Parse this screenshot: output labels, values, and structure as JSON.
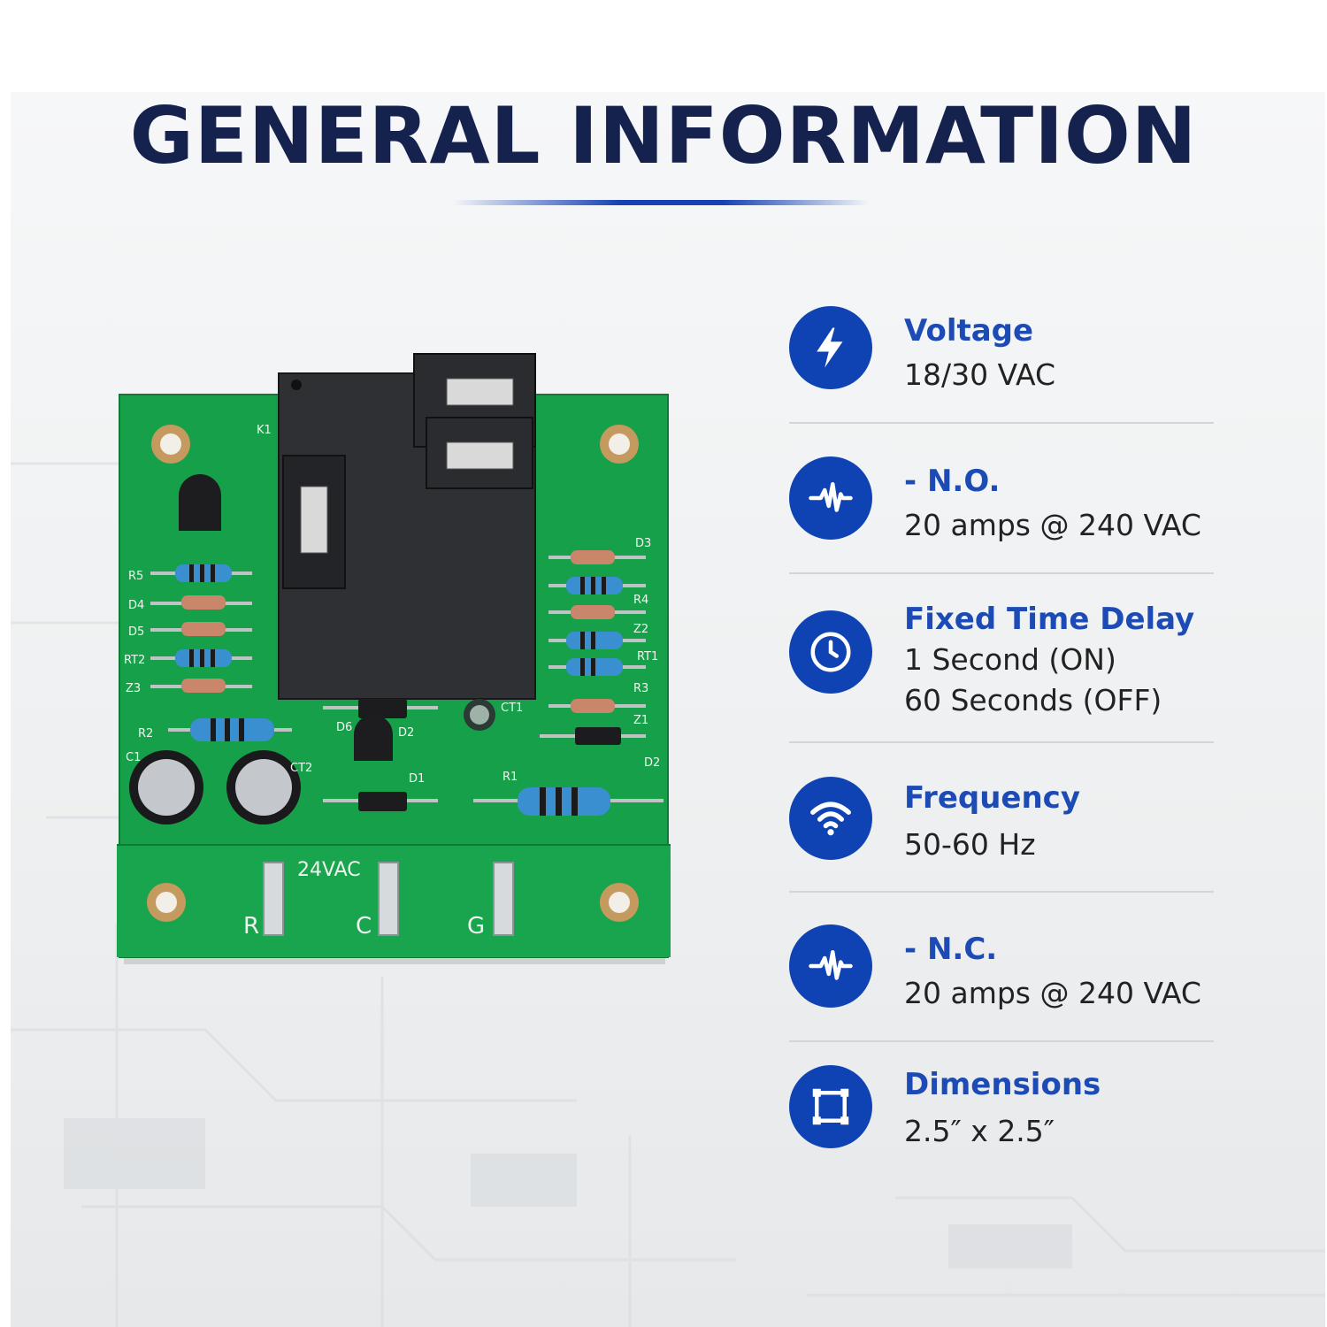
{
  "title": "GENERAL INFORMATION",
  "colors": {
    "navy": "#15224e",
    "accent_blue": "#1d4bb5",
    "icon_blue": "#0f43b3",
    "pcb_green": "#17a04a"
  },
  "specs": [
    {
      "icon": "lightning-bolt-icon",
      "label": "Voltage",
      "values": [
        "18/30 VAC"
      ]
    },
    {
      "icon": "pulse-wave-icon",
      "label": "- N.O.",
      "values": [
        "20 amps @ 240 VAC"
      ]
    },
    {
      "icon": "clock-icon",
      "label": "Fixed Time Delay",
      "values": [
        "1 Second (ON)",
        "60 Seconds (OFF)"
      ]
    },
    {
      "icon": "wifi-signal-icon",
      "label": "Frequency",
      "values": [
        "50-60 Hz"
      ]
    },
    {
      "icon": "pulse-wave-icon",
      "label": "- N.C.",
      "values": [
        "20 amps @ 240 VAC"
      ]
    },
    {
      "icon": "dimensions-frame-icon",
      "label": "Dimensions",
      "values": [
        "2.5″ x 2.5″"
      ]
    }
  ],
  "board": {
    "silkscreen": {
      "k1": "K1",
      "r5": "R5",
      "d4": "D4",
      "d5": "D5",
      "rt2": "RT2",
      "z3": "Z3",
      "r2": "R2",
      "c1": "C1",
      "ct2": "CT2",
      "d6": "D6",
      "d2a": "D2",
      "d1": "D1",
      "ct1": "CT1",
      "r1": "R1",
      "d3": "D3",
      "r4": "R4",
      "z2": "Z2",
      "rt1": "RT1",
      "r3": "R3",
      "z1": "Z1",
      "d2b": "D2",
      "supply": "24VAC",
      "term_r": "R",
      "term_c": "C",
      "term_g": "G"
    }
  }
}
